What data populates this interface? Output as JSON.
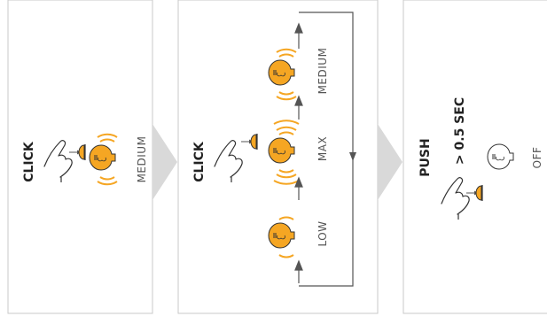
{
  "panels": [
    {
      "id": "click-medium",
      "action": "CLICK",
      "result": "MEDIUM"
    },
    {
      "id": "click-cycle",
      "action": "CLICK",
      "levels": [
        "LOW",
        "MAX",
        "MEDIUM"
      ]
    },
    {
      "id": "push-off",
      "action": "PUSH",
      "duration": "> 0.5 SEC",
      "result": "OFF"
    }
  ],
  "colors": {
    "bulb_on": "#f5a623",
    "bulb_off": "#ffffff",
    "outline": "#333333",
    "panel_border": "#c8c8c8",
    "chevron": "#d9d9d9",
    "arrow": "#555555"
  },
  "icons": [
    "hand-tap-icon",
    "bulb-on-icon",
    "bulb-off-icon",
    "chevron-right-icon",
    "arrow-up-icon",
    "arrow-down-icon"
  ]
}
